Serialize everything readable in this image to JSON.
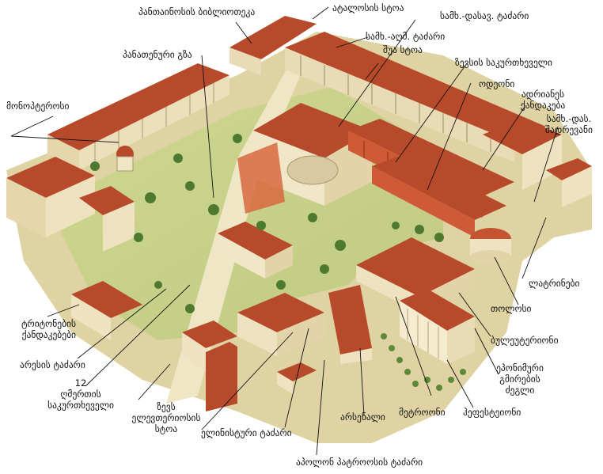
{
  "labels": {
    "pantainos": "პანთაინოსის ბიბლიოთეკა",
    "attalos": "ატალოსის სტოა",
    "southwest_temple": "სამხ.-დასავ. ტაძარი",
    "southeast_temple": "სამხ.-აღმ. ტაძარი",
    "middle_stoa": "შუა სტოა",
    "panathenaic": "პანათენური გზა",
    "zeus_altar": "ზევსის საკურთხეველი",
    "odeion": "ოდეონი",
    "monopteros": "მონოპტეროსი",
    "hadrian_1": "ადრიანეს",
    "hadrian_2": "ქანდაკება",
    "sw_fountain_1": "სამხ.-დას.",
    "sw_fountain_2": "შადრევანი",
    "tritons_1": "ტრიტონების",
    "tritons_2": "ქანდაკებები",
    "ares": "არესის ტაძარი",
    "twelve_1": "12",
    "twelve_2": "ღმერთის",
    "twelve_3": "საკურთხეველი",
    "zeus_stoa_1": "ზევს",
    "zeus_stoa_2": "ელევთერიოსის",
    "zeus_stoa_3": "სტოა",
    "hellenistic": "ელინისტური ტაძარი",
    "arsenal": "არსენალი",
    "metroon": "მეტროონი",
    "hephaisteion": "ჰეფესტეიონი",
    "eponymous_1": "ეპონიმური",
    "eponymous_2": "გმირების",
    "eponymous_3": "ძეგლი",
    "bouleuterion": "ბულეუტერიონი",
    "tholos": "თოლოსი",
    "latrines": "ლატრინები",
    "apollo": "აპოლონ პატროოსის ტაძარი"
  }
}
